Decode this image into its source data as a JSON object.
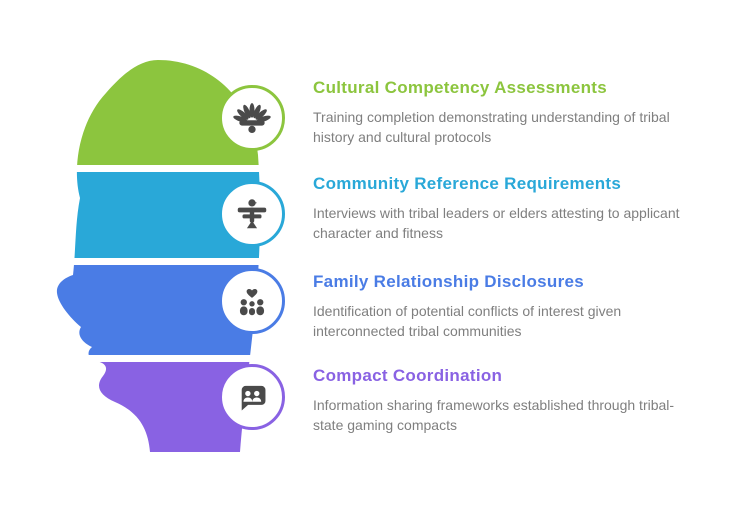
{
  "background": "#ffffff",
  "text_color": "#7f7f7f",
  "icon_color": "#4a4a4a",
  "sections": [
    {
      "title": "Cultural Competency Assessments",
      "description": "Training completion demonstrating understanding of tribal history and cultural protocols",
      "color": "#8CC53E",
      "icon": "headdress-icon"
    },
    {
      "title": "Community Reference Requirements",
      "description": "Interviews with tribal leaders or elders attesting to applicant character and fitness",
      "color": "#29A8D8",
      "icon": "thunderbird-icon"
    },
    {
      "title": "Family Relationship Disclosures",
      "description": "Identification of potential conflicts of interest given interconnected tribal communities",
      "color": "#4A7CE5",
      "icon": "family-heart-icon"
    },
    {
      "title": "Compact Coordination",
      "description": "Information sharing frameworks established through tribal-state gaming compacts",
      "color": "#8962E3",
      "icon": "chat-people-icon"
    }
  ]
}
